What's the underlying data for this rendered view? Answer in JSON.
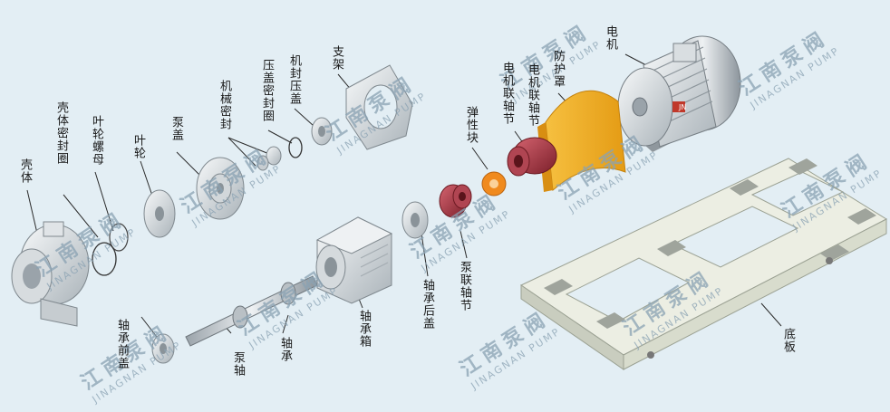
{
  "labels": {
    "ke_ti": "壳体",
    "ke_ti_mi_feng_quan": "壳体密封圈",
    "ye_lun_luo_mu": "叶轮螺母",
    "ye_lun": "叶轮",
    "beng_gai": "泵盖",
    "ji_xie_mi_feng": "机械密封",
    "ya_gai_mi_feng_quan": "压盖密封圈",
    "ji_feng_ya_gai": "机封压盖",
    "zhi_jia": "支架",
    "tan_xing_kuai": "弹性块",
    "dian_ji_lian_zhou_jie": "电机联轴节",
    "fang_hu_zhao": "防护罩",
    "dian_ji": "电机",
    "zhou_cheng_qian_gai": "轴承前盖",
    "beng_zhou": "泵轴",
    "zhou_cheng": "轴承",
    "zhou_cheng_xiang": "轴承箱",
    "zhou_cheng_hou_gai": "轴承后盖",
    "beng_lian_zhou_jie": "泵联轴节",
    "di_ban": "底板"
  },
  "watermark": {
    "text_cn": "江南泵阀",
    "text_en": "JINAGNAN PUMP"
  },
  "motor_badge": "JN",
  "colors": {
    "background": "#e3eef4",
    "casting": "#e4e8ea",
    "coupling": "#a8343f",
    "guard": "#f4b129",
    "elastic_block": "#f08a1e",
    "baseplate": "#ecefe4",
    "watermark": "#8aa2b3"
  }
}
